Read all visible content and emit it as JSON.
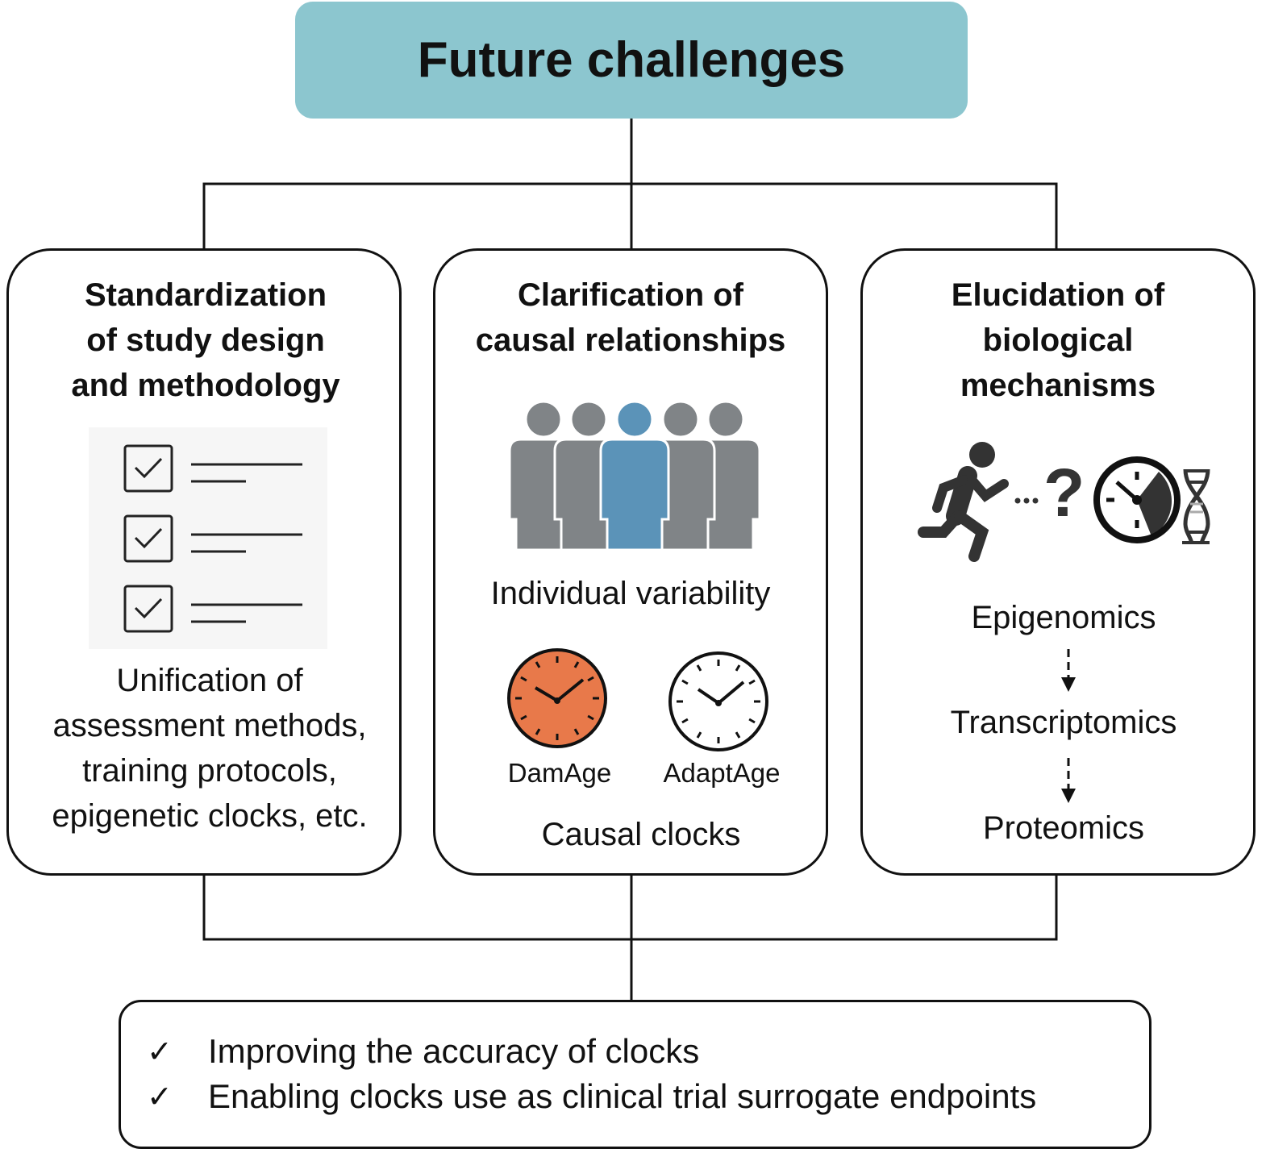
{
  "title": "Future challenges",
  "panels": [
    {
      "heading": [
        "Standardization",
        "of study design",
        "and methodology"
      ],
      "caption": [
        "Unification of",
        "assessment methods,",
        "training protocols,",
        "epigenetic clocks, etc."
      ]
    },
    {
      "heading": [
        "Clarification of",
        "causal relationships"
      ],
      "people_caption": "Individual variability",
      "clock_labels": [
        "DamAge",
        "AdaptAge"
      ],
      "caption": "Causal clocks"
    },
    {
      "heading": [
        "Elucidation of",
        "biological",
        "mechanisms"
      ],
      "omics": [
        "Epigenomics",
        "Transcriptomics",
        "Proteomics"
      ]
    }
  ],
  "outcomes": [
    "Improving the accuracy of clocks",
    "Enabling clocks use as clinical trial surrogate endpoints"
  ],
  "colors": {
    "title_bg": "#8cc6cf",
    "highlight_person": "#5b93b8",
    "person": "#808487",
    "damage_clock": "#e8794a"
  }
}
